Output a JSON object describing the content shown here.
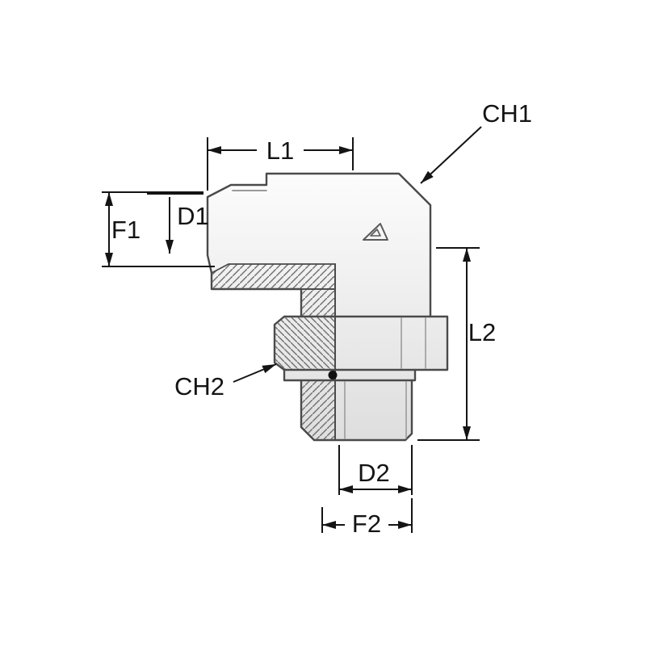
{
  "drawing": {
    "title": "90-degree elbow hydraulic fitting dimensional drawing",
    "labels": {
      "l1": "L1",
      "ch1": "CH1",
      "d1": "D1",
      "f1": "F1",
      "l2": "L2",
      "ch2": "CH2",
      "d2": "D2",
      "f2": "F2"
    },
    "colors": {
      "background": "#ffffff",
      "dimension_line": "#141414",
      "object_line": "#4a4a4a",
      "body_fill_light": "#fcfcfc",
      "body_fill_dark": "#dedede",
      "hatch": "#6f6f6f",
      "oring": "#111111"
    }
  }
}
